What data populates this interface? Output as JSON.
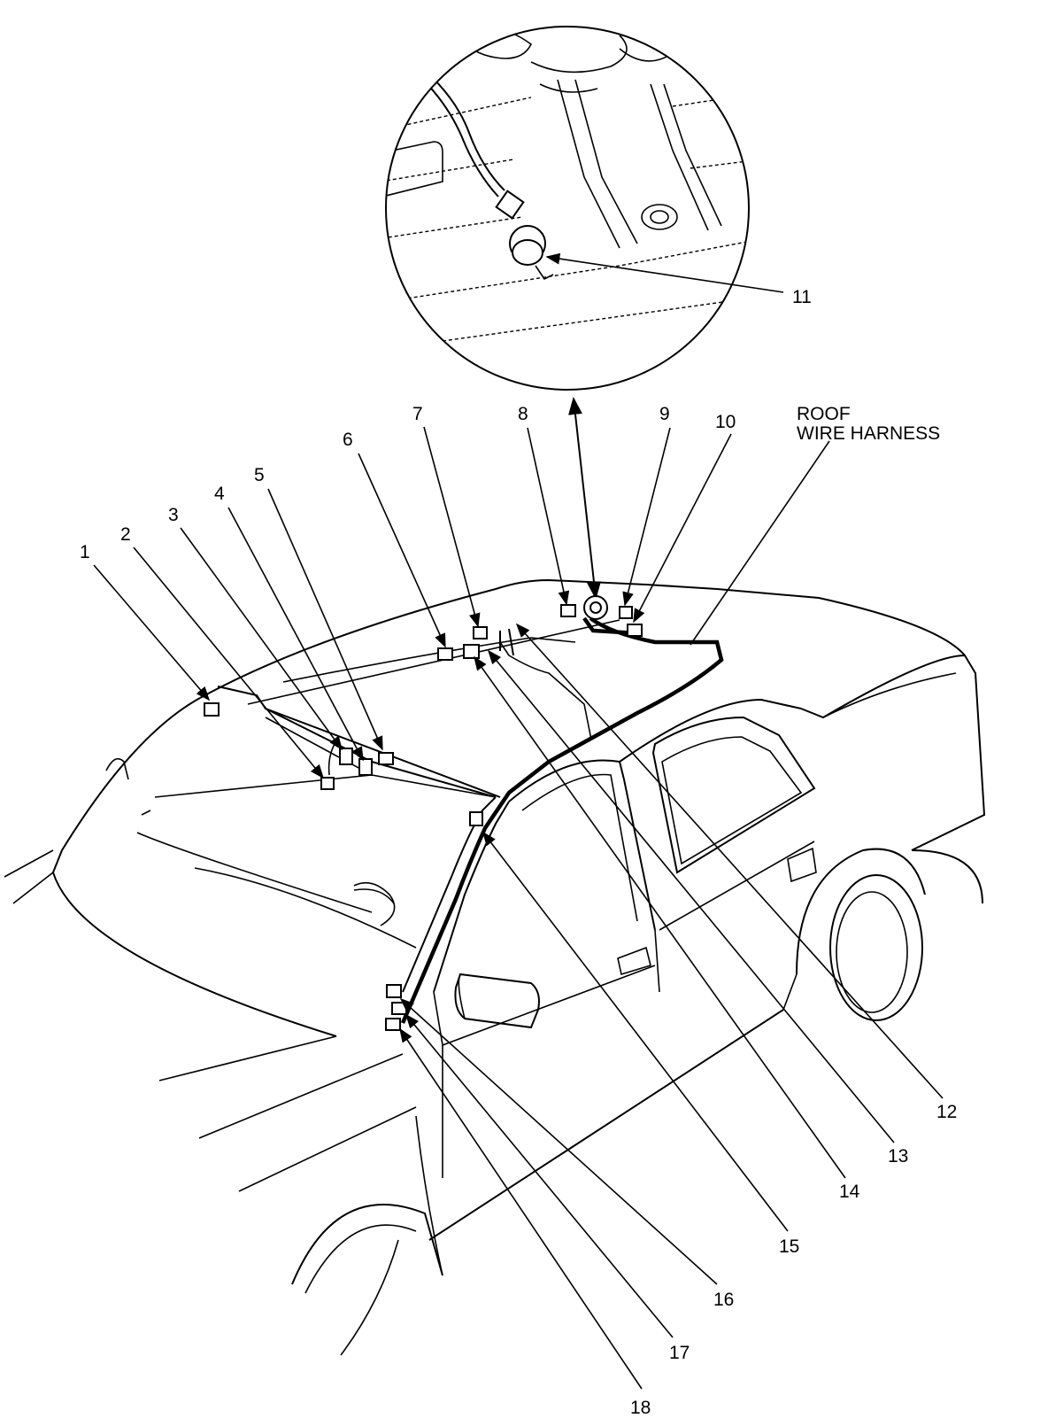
{
  "callouts": [
    "1",
    "2",
    "3",
    "4",
    "5",
    "6",
    "7",
    "8",
    "9",
    "10",
    "11",
    "12",
    "13",
    "14",
    "15",
    "16",
    "17",
    "18"
  ],
  "harness_label": [
    "ROOF",
    "WIRE HARNESS"
  ]
}
